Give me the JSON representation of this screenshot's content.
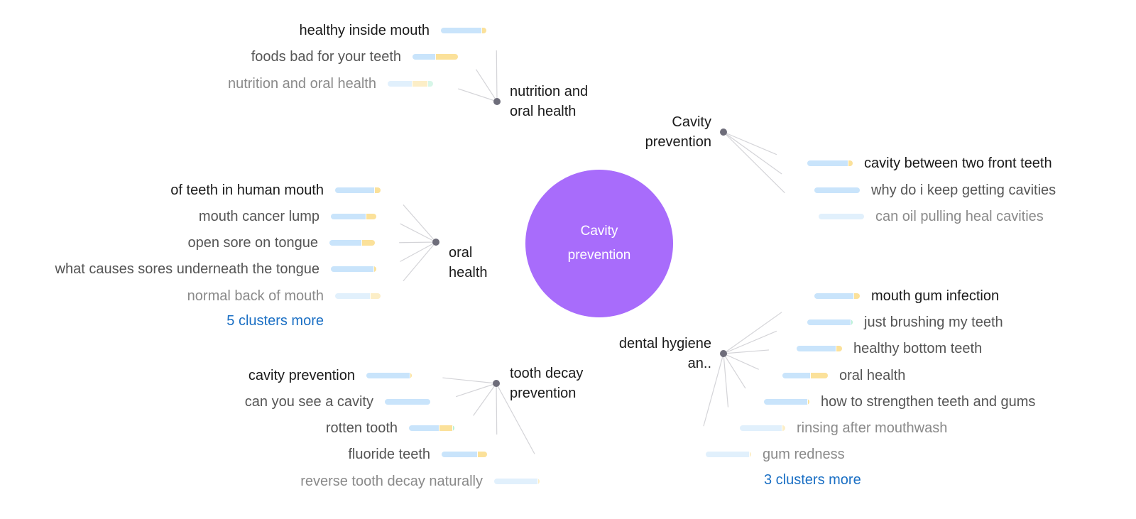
{
  "center": {
    "label": "Cavity prevention",
    "color": "#a86cfb"
  },
  "bar_colors": {
    "a": "#c9e4fb",
    "b": "#fbe19a",
    "c": "#b7f0d6"
  },
  "clusters": [
    {
      "id": "nutrition",
      "label": "nutrition and oral health",
      "keywords": [
        {
          "text": "healthy inside mouth",
          "shade": 0,
          "bar": [
            0.9,
            0.1,
            0
          ]
        },
        {
          "text": "foods bad for your teeth",
          "shade": 1,
          "bar": [
            0.5,
            0.5,
            0
          ]
        },
        {
          "text": "nutrition and oral health",
          "shade": 2,
          "bar": [
            0.55,
            0.33,
            0.12
          ]
        }
      ],
      "more": ""
    },
    {
      "id": "cavity-prevention",
      "label": "Cavity prevention",
      "keywords": [
        {
          "text": "cavity between two front teeth",
          "shade": 0,
          "bar": [
            0.9,
            0.1,
            0
          ]
        },
        {
          "text": "why do i keep getting cavities",
          "shade": 1,
          "bar": [
            1,
            0,
            0
          ]
        },
        {
          "text": "can oil pulling heal cavities",
          "shade": 2,
          "bar": [
            1,
            0,
            0
          ]
        }
      ],
      "more": ""
    },
    {
      "id": "oral-health",
      "label": "oral health",
      "keywords": [
        {
          "text": "of teeth in human mouth",
          "shade": 0,
          "bar": [
            0.88,
            0.12,
            0
          ]
        },
        {
          "text": "mouth cancer lump",
          "shade": 1,
          "bar": [
            0.78,
            0.22,
            0
          ]
        },
        {
          "text": "open sore on tongue",
          "shade": 1,
          "bar": [
            0.72,
            0.28,
            0
          ]
        },
        {
          "text": "what causes sores underneath the tongue",
          "shade": 1,
          "bar": [
            0.95,
            0.05,
            0
          ]
        },
        {
          "text": "normal back of mouth",
          "shade": 2,
          "bar": [
            0.78,
            0.22,
            0
          ]
        }
      ],
      "more": "5 clusters more"
    },
    {
      "id": "tooth-decay",
      "label": "tooth decay prevention",
      "keywords": [
        {
          "text": "cavity prevention",
          "shade": 0,
          "bar": [
            0.96,
            0.04,
            0
          ]
        },
        {
          "text": "can you see a cavity",
          "shade": 1,
          "bar": [
            1,
            0,
            0
          ]
        },
        {
          "text": "rotten tooth",
          "shade": 1,
          "bar": [
            0.68,
            0.28,
            0.04
          ]
        },
        {
          "text": "fluoride teeth",
          "shade": 1,
          "bar": [
            0.8,
            0.2,
            0
          ]
        },
        {
          "text": "reverse tooth decay naturally",
          "shade": 2,
          "bar": [
            0.96,
            0.04,
            0
          ]
        }
      ],
      "more": ""
    },
    {
      "id": "dental-hygiene",
      "label": "dental hygiene an..",
      "keywords": [
        {
          "text": "mouth gum infection",
          "shade": 0,
          "bar": [
            0.88,
            0.12,
            0
          ]
        },
        {
          "text": "just brushing my teeth",
          "shade": 1,
          "bar": [
            0.96,
            0,
            0.04
          ]
        },
        {
          "text": "healthy bottom teeth",
          "shade": 1,
          "bar": [
            0.88,
            0.12,
            0
          ]
        },
        {
          "text": "oral health",
          "shade": 1,
          "bar": [
            0.62,
            0.38,
            0
          ]
        },
        {
          "text": "how to strengthen teeth and gums",
          "shade": 1,
          "bar": [
            0.96,
            0.04,
            0
          ]
        },
        {
          "text": "rinsing after mouthwash",
          "shade": 2,
          "bar": [
            0.94,
            0.06,
            0
          ]
        },
        {
          "text": "gum redness",
          "shade": 2,
          "bar": [
            0.96,
            0.04,
            0
          ]
        }
      ],
      "more": "3 clusters more"
    }
  ]
}
